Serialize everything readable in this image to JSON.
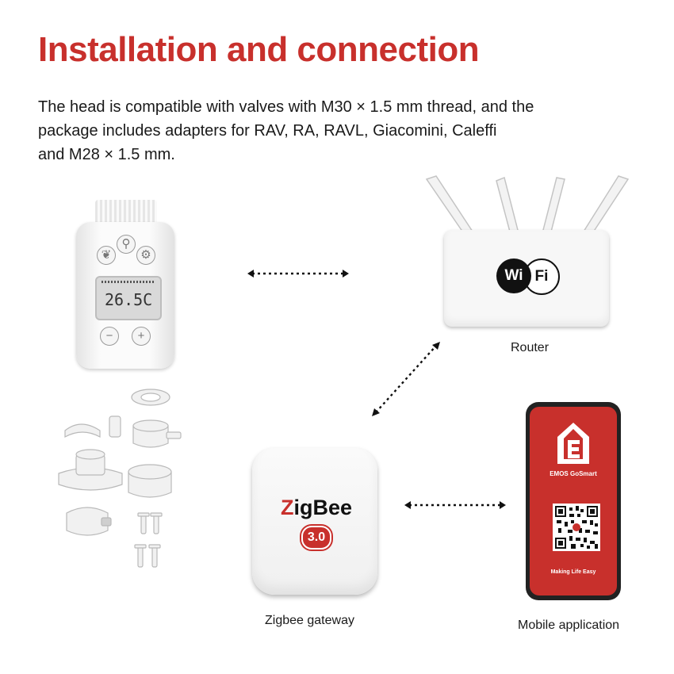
{
  "heading": "Installation and connection",
  "description": [
    "The head is compatible with valves with M30 × 1.5 mm thread, and the",
    "package includes adapters for RAV, RA, RAVL, Giacomini, Caleffi",
    "and M28 × 1.5 mm."
  ],
  "router": {
    "caption": "Router",
    "badge_wi": "Wi",
    "badge_fi": "Fi"
  },
  "gateway": {
    "caption": "Zigbee gateway",
    "brand_first": "Z",
    "brand_rest": "igBee",
    "version": "3.0"
  },
  "phone": {
    "caption": "Mobile application",
    "app_name": "EMOS GoSmart",
    "slogan": "Making Life Easy"
  },
  "thermostat": {
    "display": "26.5C"
  },
  "colors": {
    "brand_red": "#c8302c",
    "text": "#1a1a1a"
  }
}
